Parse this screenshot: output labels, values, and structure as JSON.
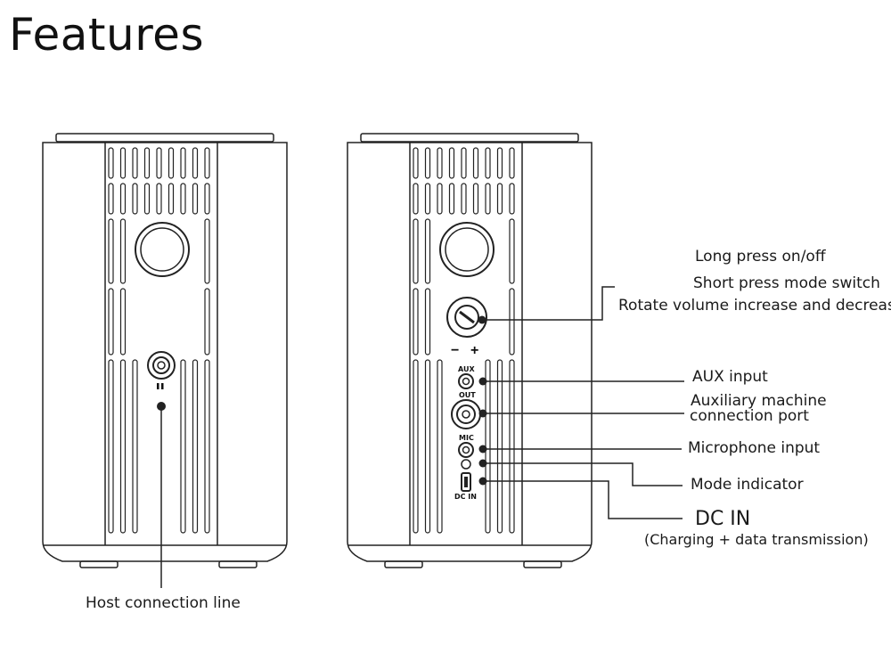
{
  "title": "Features",
  "back_panel": {
    "aux": "AUX",
    "out": "OUT",
    "mic": "MIC",
    "dc_in": "DC IN",
    "minus": "−",
    "plus": "+"
  },
  "callouts": {
    "long_press": "Long press on/off",
    "short_press": "Short press mode switch",
    "rotate_volume": "Rotate volume increase and decrease",
    "aux_input": "AUX input",
    "aux_machine_line1": "Auxiliary machine",
    "aux_machine_line2": "connection port",
    "mic_input": "Microphone input",
    "mode_indicator": "Mode indicator",
    "dc_in": "DC IN",
    "dc_in_sub": "(Charging + data transmission)",
    "host_line": "Host connection line"
  }
}
